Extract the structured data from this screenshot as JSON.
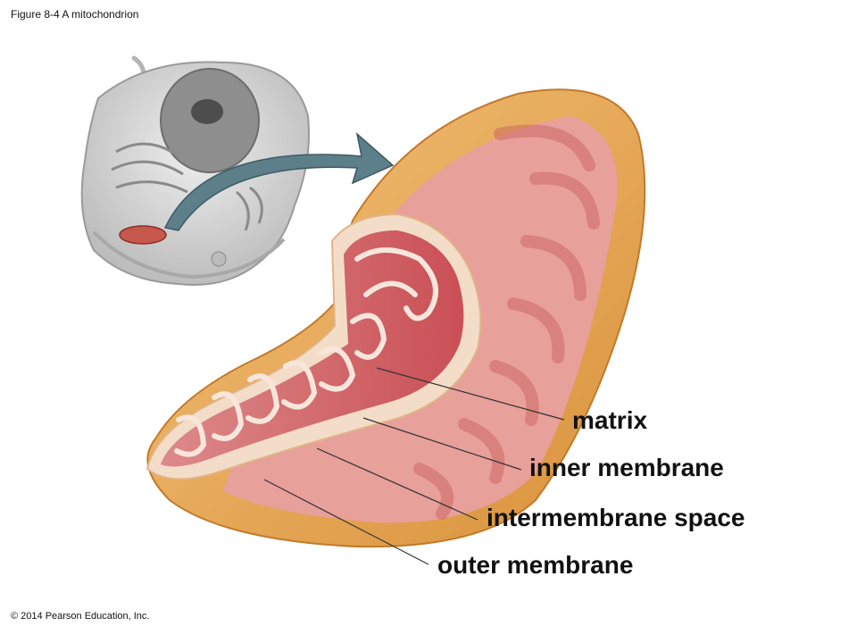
{
  "figure": {
    "caption": "Figure 8-4 A mitochondrion",
    "copyright": "© 2014 Pearson Education, Inc."
  },
  "labels": {
    "matrix": "matrix",
    "inner_membrane": "inner membrane",
    "intermembrane_space": "intermembrane space",
    "outer_membrane": "outer membrane"
  },
  "colors": {
    "outer_membrane": "#e9a94e",
    "intermembrane_space": "#f4ddc8",
    "matrix": "#d26466",
    "cristae_fold": "#e79a98",
    "cell_body": "#d3d3d3",
    "arrow": "#5d7f89"
  }
}
